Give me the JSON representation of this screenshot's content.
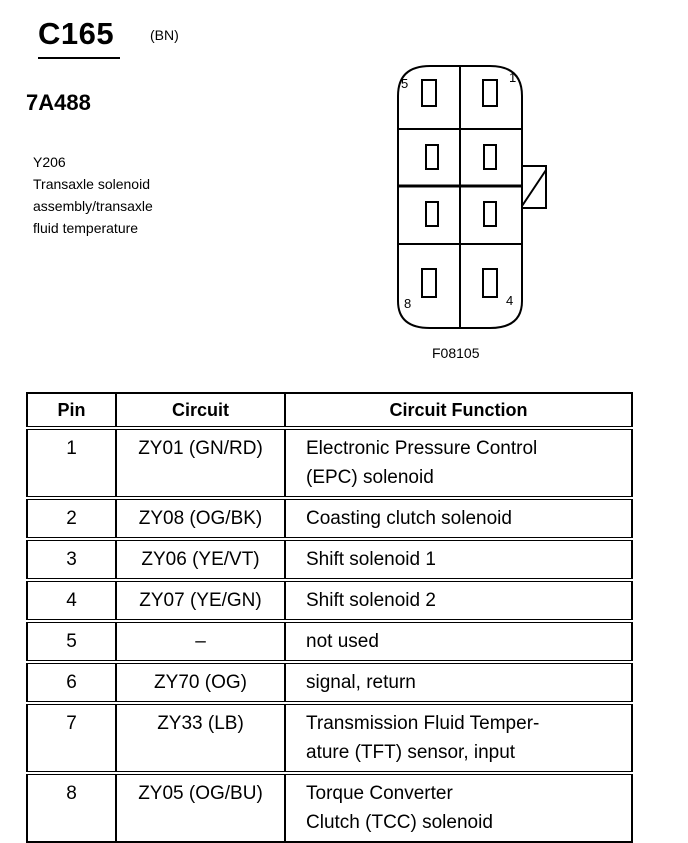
{
  "header": {
    "connector_id": "C165",
    "color_code": "(BN)",
    "part_number": "7A488",
    "component_code": "Y206",
    "component_desc_lines": [
      "Transaxle solenoid",
      "assembly/transaxle",
      "fluid temperature"
    ]
  },
  "figure": {
    "id": "F08105",
    "pin_labels": {
      "top_left": "5",
      "top_right": "1",
      "bottom_left": "8",
      "bottom_right": "4"
    }
  },
  "table": {
    "headers": {
      "pin": "Pin",
      "circuit": "Circuit",
      "function": "Circuit Function"
    },
    "rows": [
      {
        "pin": "1",
        "circuit": "ZY01 (GN/RD)",
        "function_lines": [
          "Electronic Pressure Control",
          "(EPC) solenoid"
        ]
      },
      {
        "pin": "2",
        "circuit": "ZY08 (OG/BK)",
        "function_lines": [
          "Coasting clutch solenoid"
        ]
      },
      {
        "pin": "3",
        "circuit": "ZY06 (YE/VT)",
        "function_lines": [
          "Shift solenoid 1"
        ]
      },
      {
        "pin": "4",
        "circuit": "ZY07 (YE/GN)",
        "function_lines": [
          "Shift solenoid 2"
        ]
      },
      {
        "pin": "5",
        "circuit": "–",
        "function_lines": [
          "not used"
        ]
      },
      {
        "pin": "6",
        "circuit": "ZY70 (OG)",
        "function_lines": [
          "signal, return"
        ]
      },
      {
        "pin": "7",
        "circuit": "ZY33 (LB)",
        "function_lines": [
          "Transmission Fluid Temper-",
          "ature (TFT) sensor, input"
        ]
      },
      {
        "pin": "8",
        "circuit": "ZY05 (OG/BU)",
        "function_lines": [
          "Torque Converter",
          "Clutch (TCC) solenoid"
        ]
      }
    ]
  }
}
